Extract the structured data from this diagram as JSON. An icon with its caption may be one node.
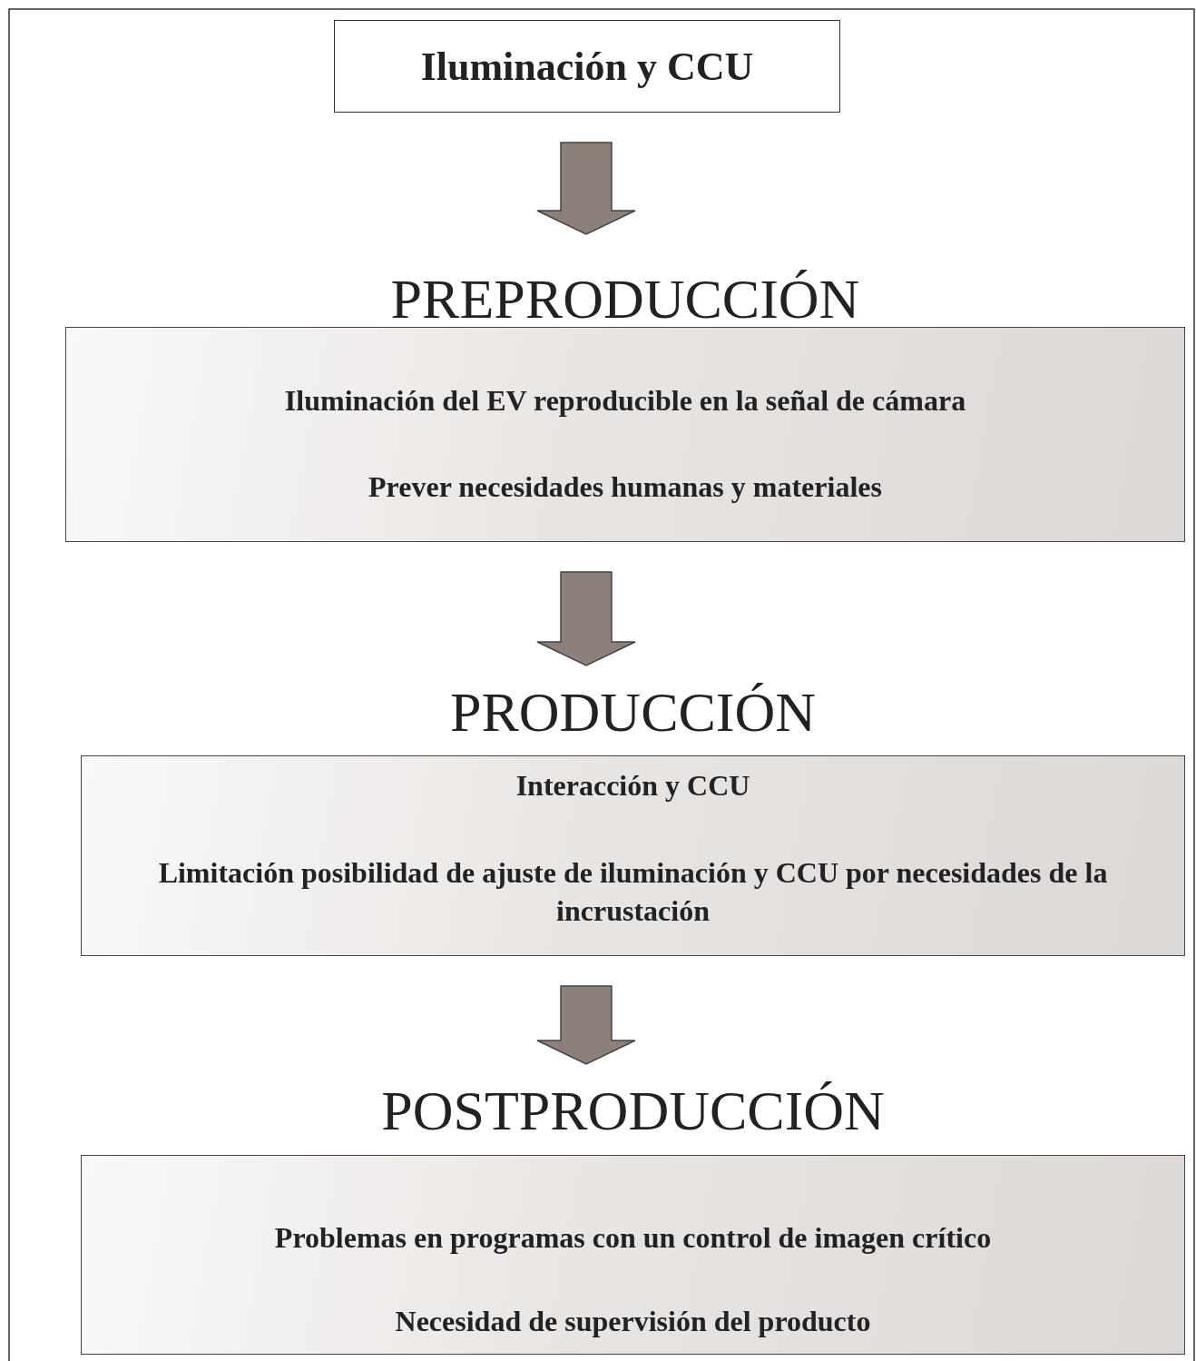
{
  "diagram": {
    "nodes": [
      {
        "text": [
          "Iluminación y CCU"
        ]
      },
      {
        "text": [
          "PREPRODUCCIÓN",
          "Iluminación del EV reproducible en la señal de cámara",
          "Prever necesidades humanas y materiales"
        ]
      },
      {
        "text": [
          "PRODUCCIÓN",
          "Interacción y CCU",
          "Limitación posibilidad de ajuste de iluminación y CCU por necesidades de la incrustación"
        ]
      },
      {
        "text": [
          "POSTPRODUCCIÓN",
          "Problemas en programas con un control de imagen crítico",
          "Necesidad de supervisión del producto"
        ]
      }
    ],
    "edges": [
      {
        "from": 0,
        "to": 1,
        "arrow": "to"
      },
      {
        "from": 1,
        "to": 2,
        "arrow": "to"
      },
      {
        "from": 2,
        "to": 3,
        "arrow": "to"
      }
    ]
  }
}
